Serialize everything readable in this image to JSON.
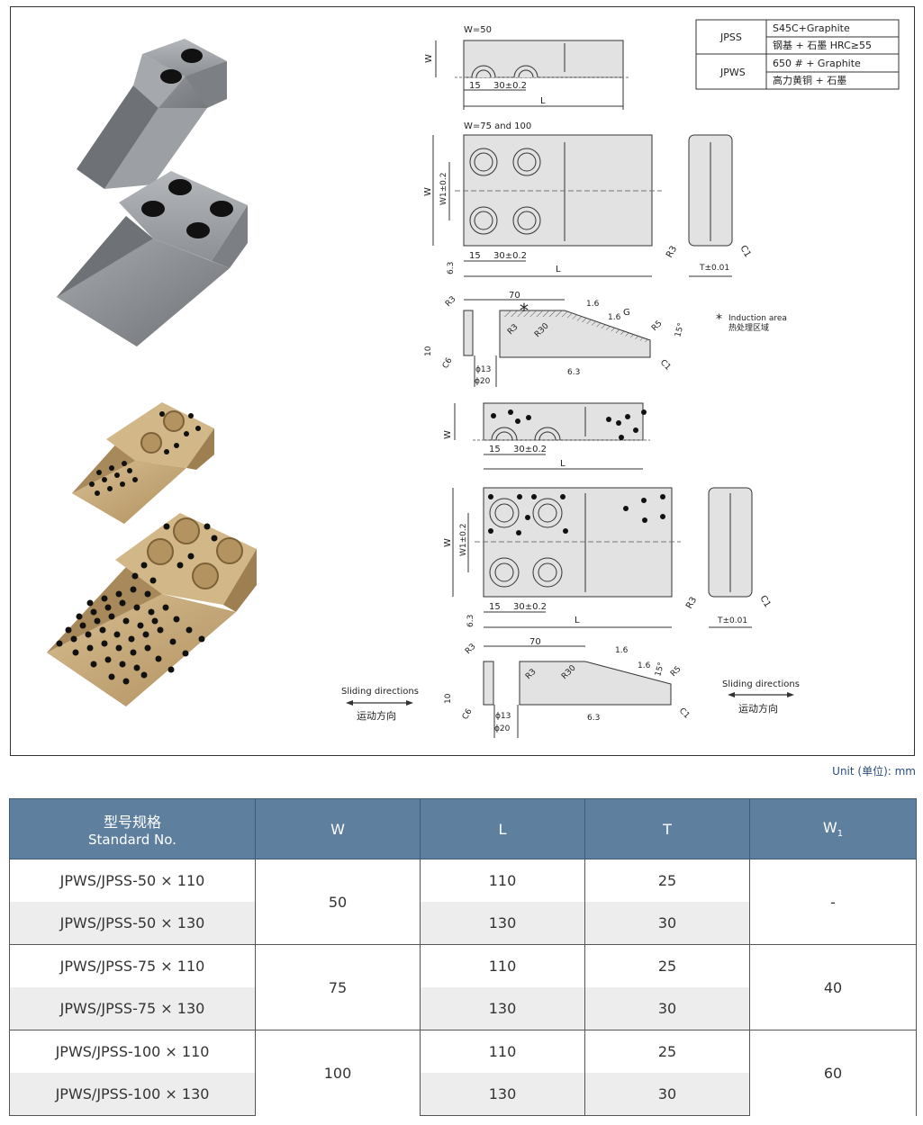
{
  "material_table": {
    "rows": [
      {
        "code": "JPSS",
        "line1": "S45C+Graphite",
        "line2": "钢基 + 石墨 HRC≥55"
      },
      {
        "code": "JPWS",
        "line1": "650 # + Graphite",
        "line2": "高力黄铜 + 石墨"
      }
    ]
  },
  "drawing_labels": {
    "w50": "W=50",
    "w75_100": "W=75 and 100",
    "w": "W",
    "w1": "W1±0.2",
    "l": "L",
    "t": "T±0.01",
    "d15": "15",
    "d30": "30±0.2",
    "d70": "70",
    "r3": "R3",
    "r30": "R30",
    "r5": "R5",
    "c1": "C1",
    "c6": "C6",
    "d10": "10",
    "phi13": "ϕ13",
    "phi20": "ϕ20",
    "ang15": "15°",
    "g": "G",
    "s16": "1.6",
    "s63": "6.3",
    "asterisk": "*",
    "induction_en": "Induction area",
    "induction_cn": "热处理区域",
    "sliding_en": "Sliding directions",
    "sliding_cn": "运动方向"
  },
  "unit_note": "Unit (单位): mm",
  "spec_table": {
    "headers": {
      "standard_cn": "型号规格",
      "standard_en": "Standard No.",
      "w": "W",
      "l": "L",
      "t": "T",
      "w1": "W1"
    },
    "groups": [
      {
        "w": "50",
        "w1": "-",
        "rows": [
          {
            "std": "JPWS/JPSS-50 × 110",
            "l": "110",
            "t": "25"
          },
          {
            "std": "JPWS/JPSS-50 × 130",
            "l": "130",
            "t": "30"
          }
        ]
      },
      {
        "w": "75",
        "w1": "40",
        "rows": [
          {
            "std": "JPWS/JPSS-75 × 110",
            "l": "110",
            "t": "25"
          },
          {
            "std": "JPWS/JPSS-75 × 130",
            "l": "130",
            "t": "30"
          }
        ]
      },
      {
        "w": "100",
        "w1": "60",
        "rows": [
          {
            "std": "JPWS/JPSS-100 × 110",
            "l": "110",
            "t": "25"
          },
          {
            "std": "JPWS/JPSS-100 × 130",
            "l": "130",
            "t": "30"
          }
        ]
      }
    ]
  },
  "colors": {
    "steel": "#8a8d91",
    "bronze": "#c7a97a",
    "header_bg": "#5f7f9f",
    "stripe": "#ededed"
  }
}
